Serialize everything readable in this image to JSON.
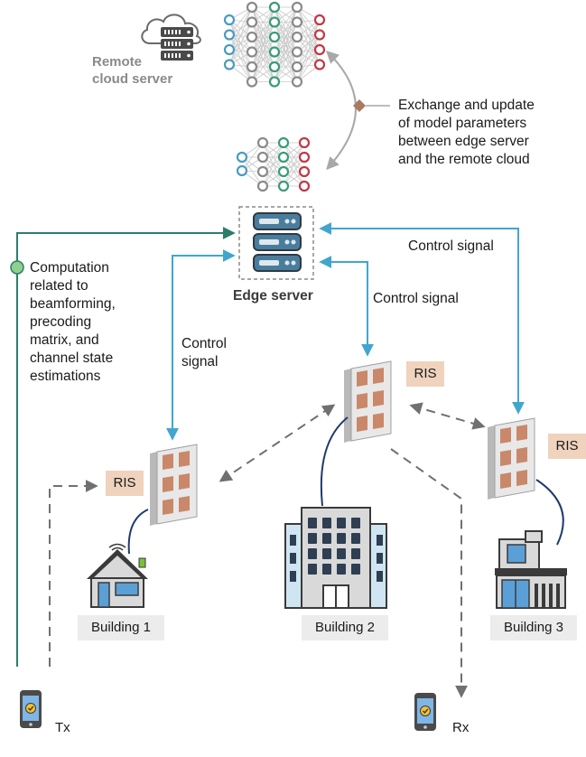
{
  "cloud_label": [
    "Remote",
    "cloud server"
  ],
  "exchange_text": [
    "Exchange and update",
    "of model parameters",
    "between edge server",
    "and the remote cloud"
  ],
  "edge_label": "Edge server",
  "computation_text": [
    "Computation",
    "related to",
    "beamforming,",
    "precoding",
    "matrix, and",
    "channel state",
    "estimations"
  ],
  "control_signal_left": [
    "Control",
    "signal"
  ],
  "control_signal_mid": "Control signal",
  "control_signal_right": "Control signal",
  "ris_label": "RIS",
  "buildings": [
    "Building 1",
    "Building 2",
    "Building 3"
  ],
  "tx_label": "Tx",
  "rx_label": "Rx",
  "colors": {
    "signal_line": "#41a6cf",
    "computation_line": "#2d7d6b",
    "dashed_link": "#707070",
    "ris_tile": "#c9886a",
    "ris_label_bg": "#efd3bd",
    "building_label_bg": "#ececec",
    "device_bg": "#dfe6df",
    "exchange_arrow": "#a8a8a8",
    "diamond": "#a87a62"
  }
}
